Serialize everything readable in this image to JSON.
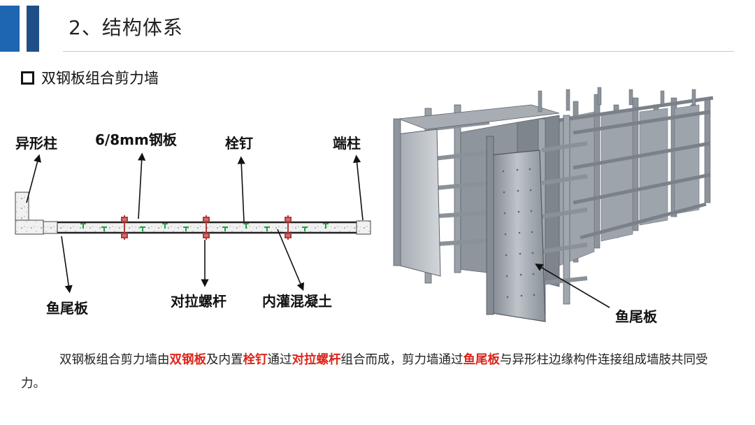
{
  "header": {
    "title": "2、结构体系"
  },
  "section": {
    "subtitle": "双钢板组合剪力墙"
  },
  "left_labels": {
    "special_column": "异形柱",
    "steel_plate": "6/8mm钢板",
    "stud": "栓钉",
    "end_column": "端柱",
    "fishtail_plate": "鱼尾板",
    "tie_bolt": "对拉螺杆",
    "infill_concrete": "内灌混凝土"
  },
  "right_labels": {
    "fishtail_plate": "鱼尾板"
  },
  "paragraph": {
    "t1": "双钢板组合剪力墙由",
    "h1": "双钢板",
    "t2": "及内置",
    "h2": "栓钉",
    "t3": "通过",
    "h3": "对拉螺杆",
    "t4": "组合而成，剪力墙通过",
    "h4": "鱼尾板",
    "t5": "与异形柱边缘构件连接组成墙肢共同受力。"
  },
  "colors": {
    "accent": "#1f66b1",
    "accent_dark": "#1f4f86",
    "highlight": "#d9261c"
  }
}
